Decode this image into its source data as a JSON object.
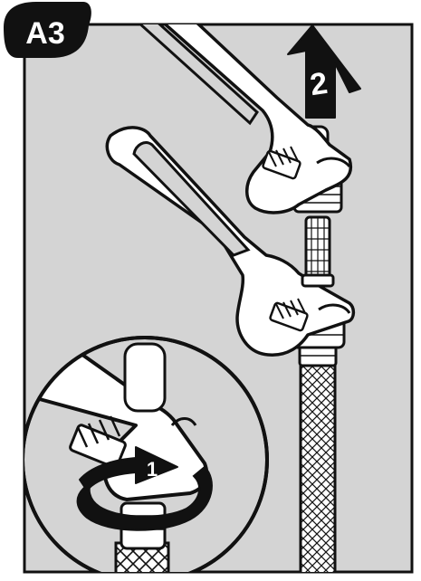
{
  "step_label": "A3",
  "callouts": {
    "first": "1",
    "second": "2"
  },
  "colors": {
    "panel_background": "#d4d4d4",
    "outline": "#111111",
    "tool_fill": "#ffffff",
    "badge_fill": "#111111",
    "badge_text": "#ffffff"
  },
  "icons": {
    "step_badge": "step-badge-icon",
    "upward_arrow": "arrow-up-icon",
    "rotation_arrow": "rotate-ccw-icon",
    "wrench": "adjustable-wrench-icon",
    "filter": "filter-screen-icon",
    "hose": "braided-hose-icon",
    "magnifier": "magnifier-detail-icon"
  }
}
